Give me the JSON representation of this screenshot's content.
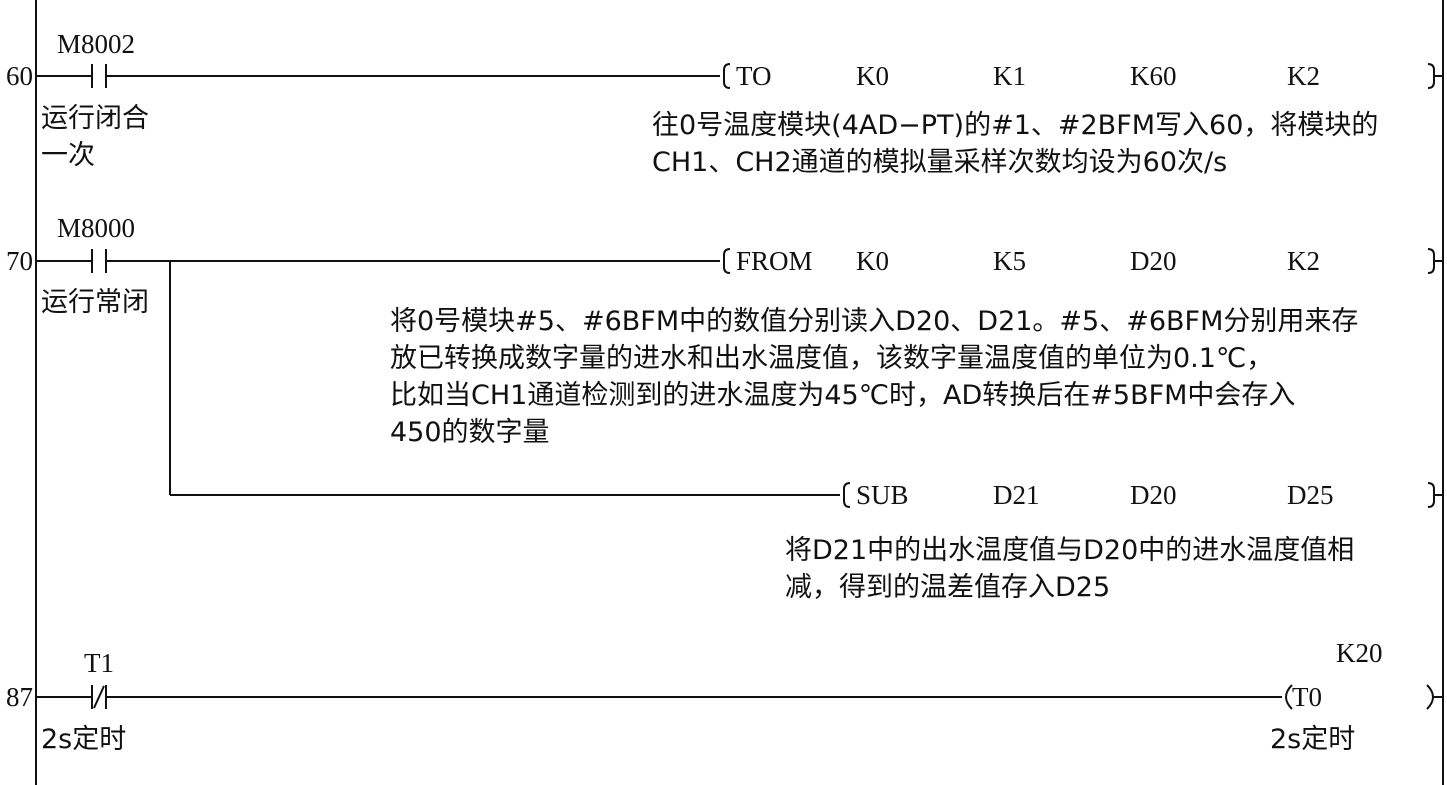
{
  "rungs": [
    {
      "step": "60",
      "contact": {
        "device": "M8002",
        "type": "NO",
        "comment": [
          "运行闭合",
          "一次"
        ]
      },
      "instruction": {
        "op": "TO",
        "operands": [
          "K0",
          "K1",
          "K60",
          "K2"
        ]
      },
      "description": [
        "往0号温度模块(4AD−PT)的#1、#2BFM写入60，将模块的",
        "CH1、CH2通道的模拟量采样次数均设为60次/s"
      ]
    },
    {
      "step": "70",
      "contact": {
        "device": "M8000",
        "type": "NO",
        "comment": [
          "运行常闭"
        ]
      },
      "instruction": {
        "op": "FROM",
        "operands": [
          "K0",
          "K5",
          "D20",
          "K2"
        ]
      },
      "description": [
        "将0号模块#5、#6BFM中的数值分别读入D20、D21。#5、#6BFM分别用来存",
        "放已转换成数字量的进水和出水温度值，该数字量温度值的单位为0.1℃，",
        "比如当CH1通道检测到的进水温度为45℃时，AD转换后在#5BFM中会存入",
        "450的数字量"
      ],
      "branch": {
        "instruction": {
          "op": "SUB",
          "operands": [
            "D21",
            "D20",
            "D25"
          ]
        },
        "description": [
          "将D21中的出水温度值与D20中的进水温度值相",
          "减，得到的温差值存入D25"
        ]
      }
    },
    {
      "step": "87",
      "contact": {
        "device": "T1",
        "type": "NC",
        "comment": [
          "2s定时"
        ]
      },
      "coil": {
        "device": "T0",
        "setting": "K20",
        "comment": "2s定时"
      }
    }
  ]
}
